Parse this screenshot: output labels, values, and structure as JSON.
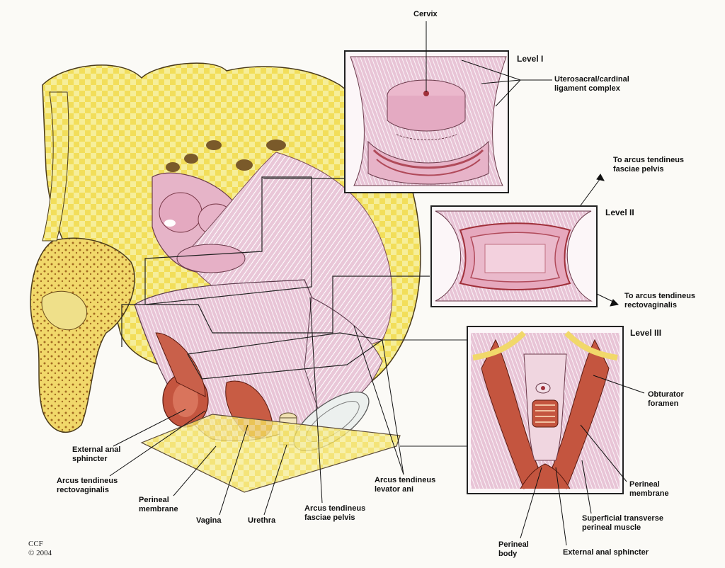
{
  "labels": {
    "cervix": "Cervix",
    "level1": "Level I",
    "level2": "Level II",
    "level3": "Level III",
    "uterosacral": "Uterosacral/cardinal\nligament complex",
    "to_arcus_pelvis": "To arcus tendineus\nfasciae pelvis",
    "to_arcus_recto": "To arcus tendineus\nrectovaginalis",
    "obturator": "Obturator\nforamen",
    "perineal_membrane_r": "Perineal\nmembrane",
    "superficial": "Superficial transverse\nperineal muscle",
    "perineal_body": "Perineal\nbody",
    "ext_anal_sph_r": "External anal sphincter",
    "ext_anal_sph_l": "External anal\nsphincter",
    "arcus_recto_l": "Arcus tendineus\nrectovaginalis",
    "perineal_membrane_l": "Perineal\nmembrane",
    "vagina": "Vagina",
    "urethra": "Urethra",
    "arcus_fasciae": "Arcus tendineus\nfasciae pelvis",
    "arcus_levator": "Arcus tendineus\nlevator ani"
  },
  "credit": "CCF\n© 2004",
  "colors": {
    "bone_yellow": "#f3e27a",
    "tissue_pink": "#e6b4c8",
    "muscle_red": "#c4553f",
    "outline": "#3a2a1a"
  }
}
